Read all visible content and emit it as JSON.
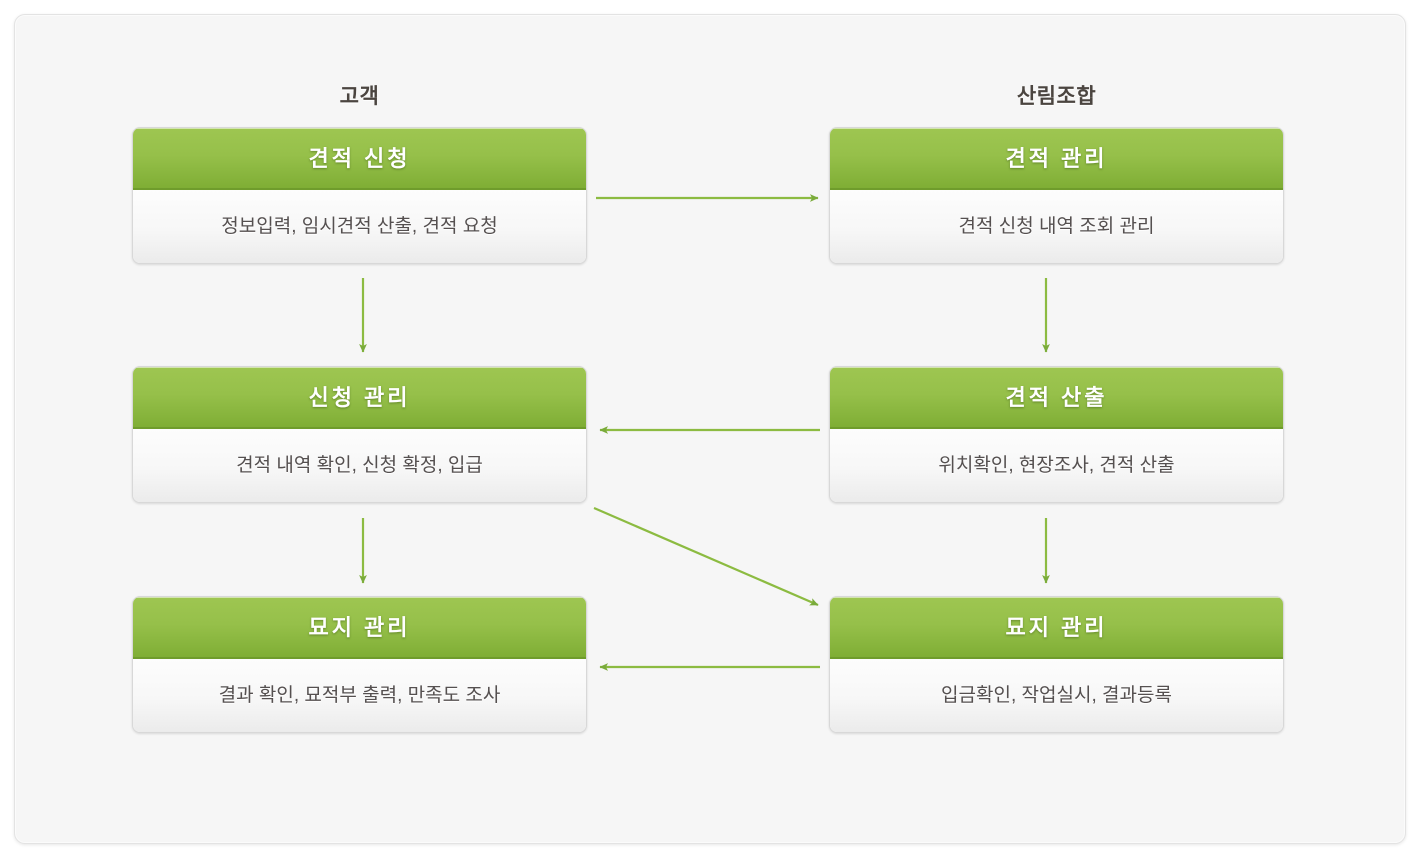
{
  "diagram": {
    "title_left": "고객",
    "title_right": "산림조합",
    "accent_color": "#8cbb41",
    "header_text_color": "#ffffff",
    "body_text_color": "#555050",
    "panel_background": "#f6f6f6",
    "columns": [
      {
        "name": "customer",
        "header": "고객",
        "boxes": [
          {
            "title": "견적 신청",
            "detail": "정보입력, 임시견적 산출, 견적 요청"
          },
          {
            "title": "신청 관리",
            "detail": "견적 내역 확인, 신청 확정, 입급"
          },
          {
            "title": "묘지 관리",
            "detail": "결과 확인, 묘적부 출력, 만족도 조사"
          }
        ]
      },
      {
        "name": "forestry-cooperative",
        "header": "산림조합",
        "boxes": [
          {
            "title": "견적 관리",
            "detail": "견적 신청 내역 조회 관리"
          },
          {
            "title": "견적 산출",
            "detail": "위치확인, 현장조사, 견적 산출"
          },
          {
            "title": "묘지 관리",
            "detail": "입금확인, 작업실시, 결과등록"
          }
        ]
      }
    ],
    "arrows": [
      {
        "name": "arrow-quote-request-to-quote-management",
        "from": "견적 신청",
        "to": "견적 관리",
        "direction": "right"
      },
      {
        "name": "arrow-quote-request-to-application-management",
        "from": "견적 신청",
        "to": "신청 관리",
        "direction": "down"
      },
      {
        "name": "arrow-quote-management-to-quote-calculation",
        "from": "견적 관리",
        "to": "견적 산출",
        "direction": "down"
      },
      {
        "name": "arrow-quote-calculation-to-application-management",
        "from": "견적 산출",
        "to": "신청 관리",
        "direction": "left"
      },
      {
        "name": "arrow-application-management-to-cemetery-management-customer",
        "from": "신청 관리",
        "to": "묘지 관리 (고객)",
        "direction": "down"
      },
      {
        "name": "arrow-application-management-to-cemetery-management-coop",
        "from": "신청 관리",
        "to": "묘지 관리 (산림조합)",
        "direction": "diagonal-down-right"
      },
      {
        "name": "arrow-quote-calculation-to-cemetery-management-coop",
        "from": "견적 산출",
        "to": "묘지 관리 (산림조합)",
        "direction": "down"
      },
      {
        "name": "arrow-cemetery-management-coop-to-customer",
        "from": "묘지 관리 (산림조합)",
        "to": "묘지 관리 (고객)",
        "direction": "left"
      }
    ]
  }
}
